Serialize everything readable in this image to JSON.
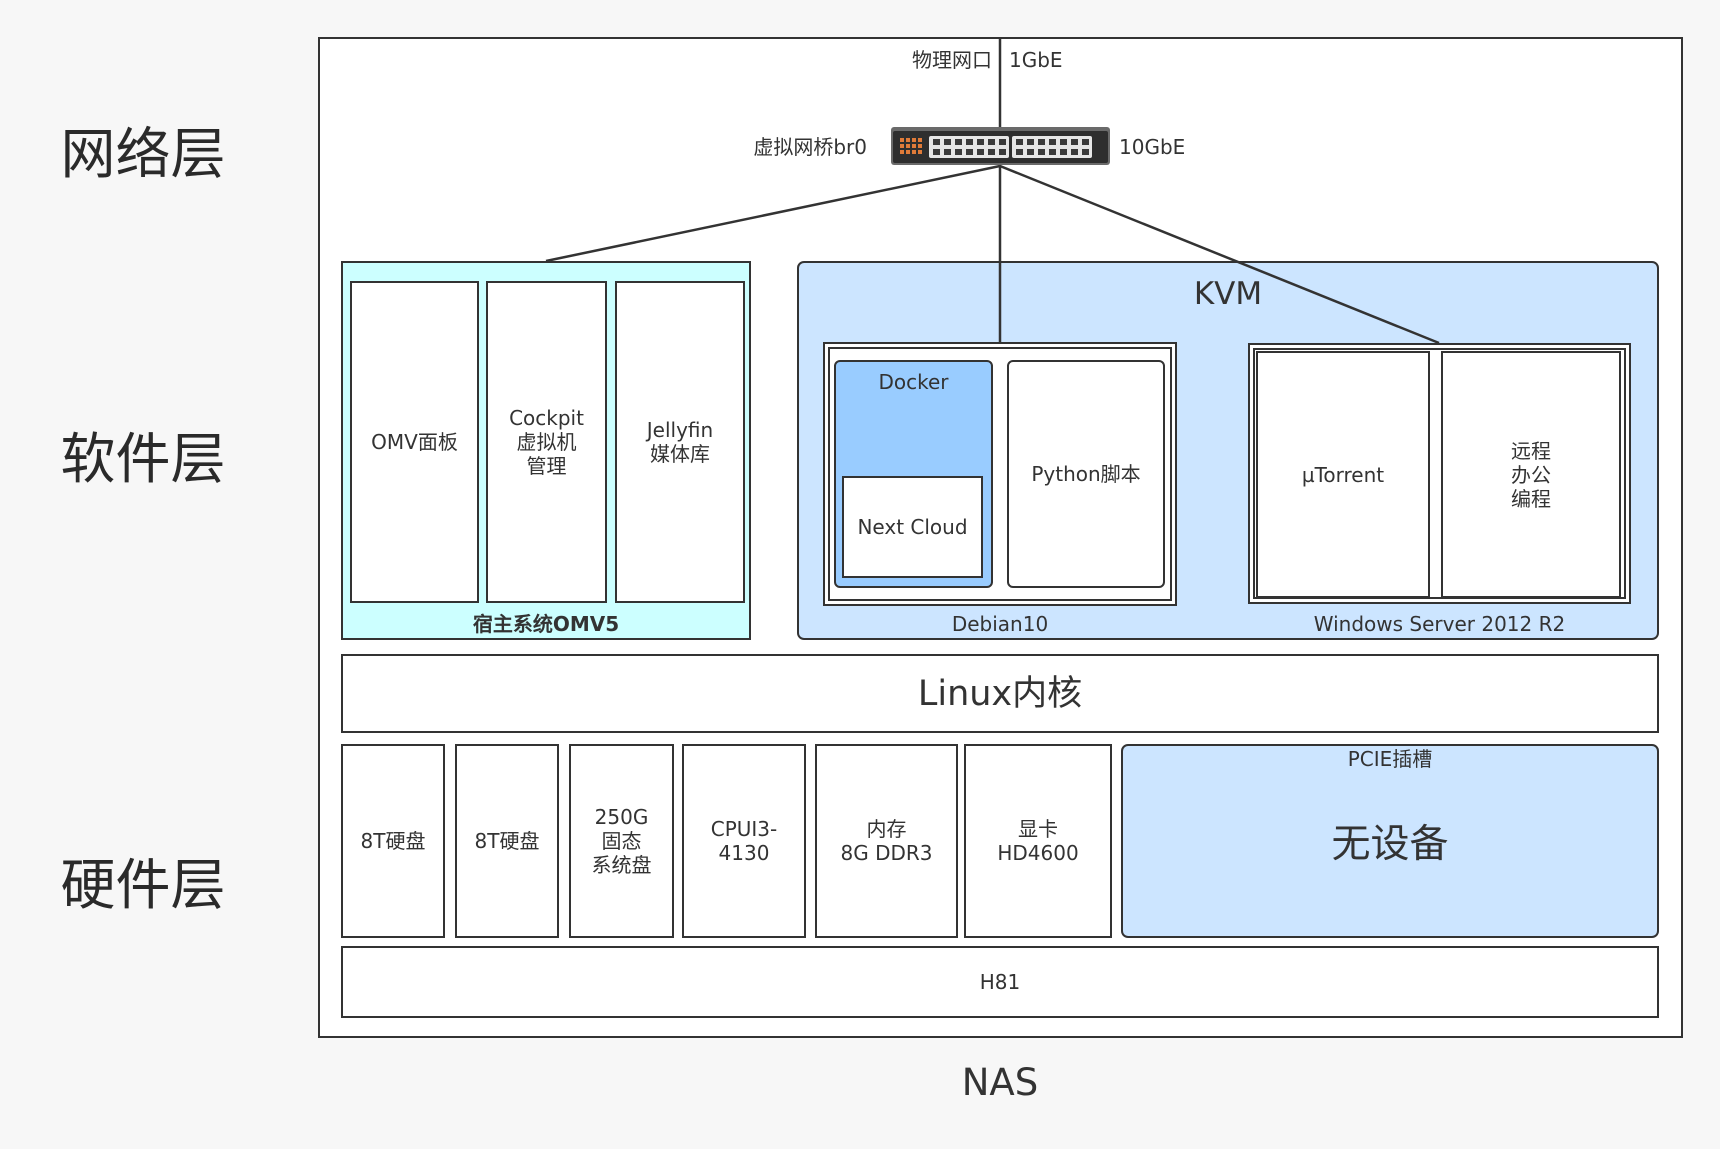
{
  "layers": {
    "network": "网络层",
    "software": "软件层",
    "hardware": "硬件层"
  },
  "nas": {
    "label": "NAS"
  },
  "network": {
    "physical_port": {
      "label": "物理网口",
      "speed": "1GbE"
    },
    "bridge": {
      "label": "虚拟网桥br0",
      "speed": "10GbE",
      "icon": "network-switch-icon"
    }
  },
  "software": {
    "host": {
      "label": "宿主系统OMV5",
      "apps": [
        {
          "lines": [
            "OMV面板"
          ]
        },
        {
          "lines": [
            "Cockpit",
            "虚拟机",
            "管理"
          ]
        },
        {
          "lines": [
            "Jellyfin",
            "媒体库"
          ]
        }
      ]
    },
    "kvm": {
      "title": "KVM",
      "debian": {
        "label": "Debian10",
        "docker": {
          "label": "Docker",
          "container": "Next Cloud"
        },
        "script": "Python脚本"
      },
      "windows": {
        "label": "Windows Server 2012 R2",
        "apps": [
          {
            "lines": [
              "µTorrent"
            ]
          },
          {
            "lines": [
              "远程",
              "办公",
              "编程"
            ]
          }
        ]
      }
    },
    "kernel": "Linux内核"
  },
  "hardware": {
    "components": [
      {
        "lines": [
          "8T硬盘"
        ]
      },
      {
        "lines": [
          "8T硬盘"
        ]
      },
      {
        "lines": [
          "250G",
          "固态",
          "系统盘"
        ]
      },
      {
        "lines": [
          "CPUI3-",
          "4130"
        ]
      },
      {
        "lines": [
          "内存",
          "8G DDR3"
        ]
      },
      {
        "lines": [
          "显卡",
          "HD4600"
        ]
      }
    ],
    "pcie": {
      "label": "PCIE插槽",
      "status": "无设备"
    },
    "motherboard": "H81"
  },
  "colors": {
    "background": "#f7f7f7",
    "host_fill": "#ccffff",
    "kvm_fill": "#cce5ff",
    "docker_fill": "#99ccff",
    "pcie_fill": "#cce5ff",
    "stroke": "#333333"
  }
}
